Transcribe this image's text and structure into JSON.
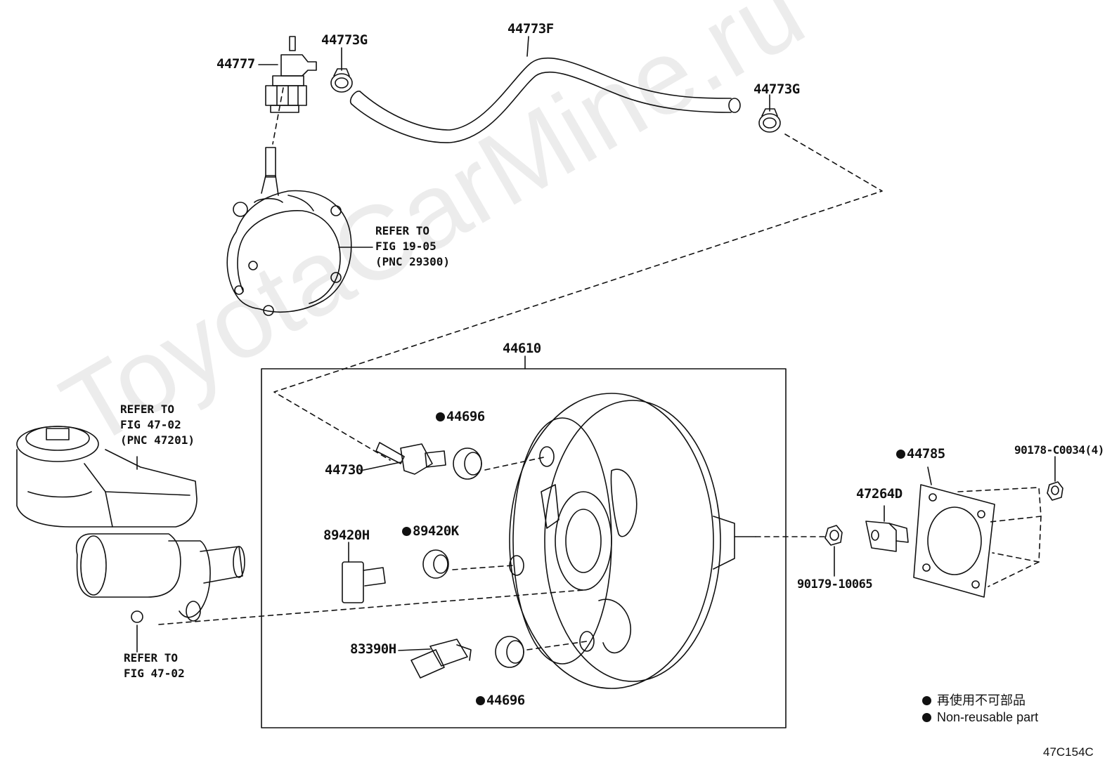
{
  "watermark": "ToyotaCarMine.ru",
  "labels": {
    "p44777": "44777",
    "p44773G_a": "44773G",
    "p44773F": "44773F",
    "p44773G_b": "44773G",
    "p44610": "44610",
    "p44696_a": "44696",
    "p44730": "44730",
    "p89420H": "89420H",
    "p89420K": "89420K",
    "p83390H": "83390H",
    "p44696_b": "44696",
    "p44785": "44785",
    "p90178": "90178-C0034(4)",
    "p47264D": "47264D",
    "p90179": "90179-10065"
  },
  "notes": {
    "vacuum_pump": [
      "REFER TO",
      "FIG 19-05",
      "(PNC 29300)"
    ],
    "reservoir": [
      "REFER TO",
      "FIG 47-02",
      "(PNC 47201)"
    ],
    "master_cyl": [
      "REFER TO",
      "FIG 47-02"
    ]
  },
  "legend": {
    "line1": "再使用不可部品",
    "line2": "Non-reusable part"
  },
  "figure_id": "47C154C"
}
